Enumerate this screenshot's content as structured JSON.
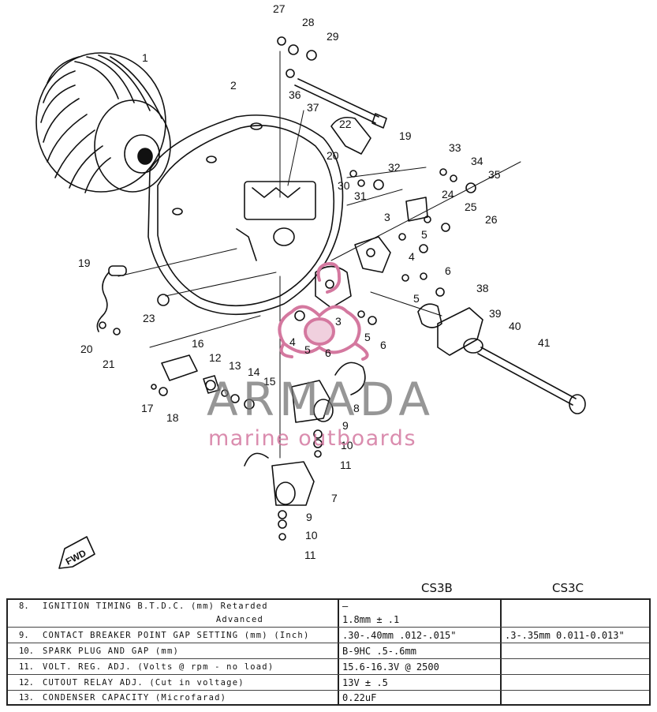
{
  "watermark": {
    "brand": "ARMADA",
    "tagline": "marine outboards",
    "colors": {
      "brand": "#7a7a7a",
      "tagline": "#d4789f"
    }
  },
  "diagram": {
    "callouts": [
      "1",
      "2",
      "3",
      "3",
      "4",
      "4",
      "5",
      "5",
      "5",
      "5",
      "6",
      "6",
      "6",
      "7",
      "8",
      "9",
      "9",
      "10",
      "10",
      "11",
      "11",
      "12",
      "13",
      "14",
      "15",
      "16",
      "17",
      "18",
      "19",
      "19",
      "20",
      "20",
      "21",
      "22",
      "23",
      "24",
      "25",
      "26",
      "27",
      "28",
      "29",
      "30",
      "31",
      "32",
      "33",
      "34",
      "35",
      "36",
      "37",
      "38",
      "39",
      "40",
      "41"
    ],
    "fwd_label": "FWD"
  },
  "spec_table": {
    "columns": [
      "CS3B",
      "CS3C"
    ],
    "rows": [
      {
        "num": "8.",
        "label": "IGNITION TIMING B.T.D.C. (mm) Retarded",
        "sub": "Advanced",
        "cs3b": [
          "–",
          "1.8mm ± .1"
        ],
        "cs3c": ""
      },
      {
        "num": "9.",
        "label": "CONTACT BREAKER POINT GAP SETTING (mm) (Inch)",
        "cs3b": [
          ".30-.40mm .012-.015\""
        ],
        "cs3c": ".3-.35mm  0.011-0.013\""
      },
      {
        "num": "10.",
        "label": "SPARK PLUG AND GAP (mm)",
        "cs3b": [
          "B-9HC  .5-.6mm"
        ],
        "cs3c": ""
      },
      {
        "num": "11.",
        "label": "VOLT. REG. ADJ. (Volts @ rpm - no load)",
        "cs3b": [
          "15.6-16.3V @ 2500"
        ],
        "cs3c": ""
      },
      {
        "num": "12.",
        "label": "CUTOUT RELAY ADJ. (Cut in voltage)",
        "cs3b": [
          "13V ± .5"
        ],
        "cs3c": ""
      },
      {
        "num": "13.",
        "label": "CONDENSER CAPACITY (Microfarad)",
        "cs3b": [
          "0.22uF"
        ],
        "cs3c": ""
      }
    ]
  }
}
